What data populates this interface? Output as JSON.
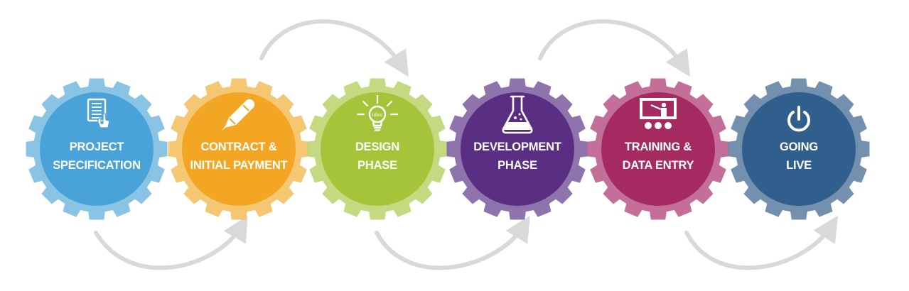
{
  "process": {
    "steps": [
      {
        "line1": "PROJECT",
        "line2": "SPECIFICATION",
        "icon": "document-touch-icon",
        "color": "#4aa3d8",
        "ring": "#7fbfe3"
      },
      {
        "line1": "CONTRACT &",
        "line2": "INITIAL PAYMENT",
        "icon": "pen-icon",
        "color": "#f3a623",
        "ring": "#f5c267"
      },
      {
        "line1": "DESIGN",
        "line2": "PHASE",
        "icon": "lightbulb-icon",
        "icon_text": "idea",
        "color": "#a5c43a",
        "ring": "#c0d775"
      },
      {
        "line1": "DEVELOPMENT",
        "line2": "PHASE",
        "icon": "flask-icon",
        "color": "#5a2e82",
        "ring": "#8467a5"
      },
      {
        "line1": "TRAINING &",
        "line2": "DATA ENTRY",
        "icon": "presentation-icon",
        "color": "#a62a62",
        "ring": "#be6390"
      },
      {
        "line1": "GOING",
        "line2": "LIVE",
        "icon": "power-icon",
        "color": "#305f8e",
        "ring": "#6787a8"
      }
    ]
  }
}
